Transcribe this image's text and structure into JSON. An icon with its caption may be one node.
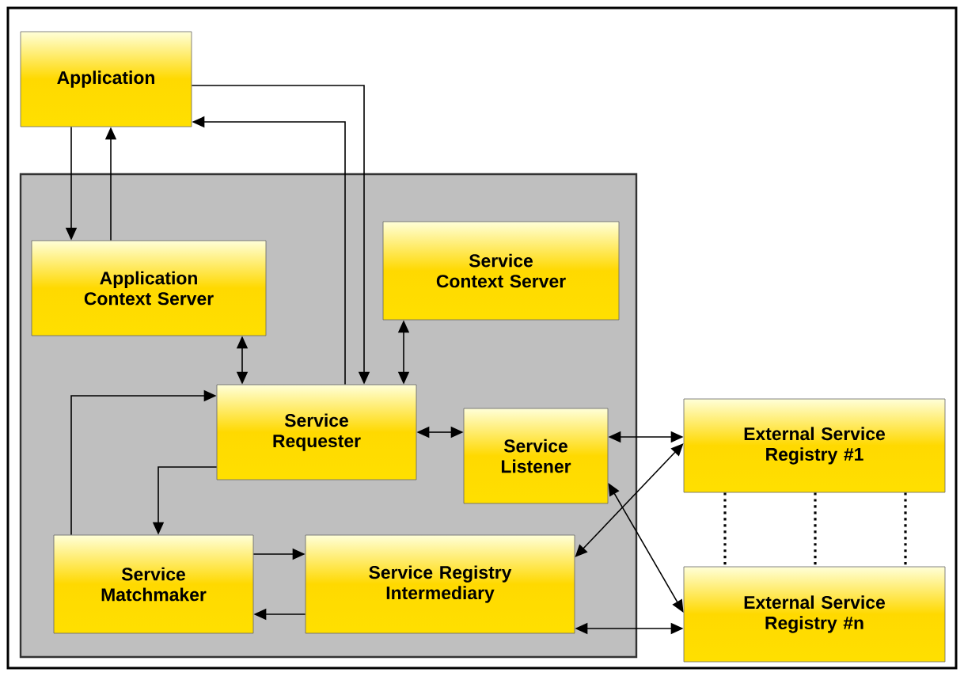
{
  "diagram": {
    "nodes": [
      {
        "text": [
          "Application"
        ]
      },
      {
        "text": [],
        "shape": "box"
      },
      {
        "text": [
          "Application Context Server"
        ],
        "in": 1
      },
      {
        "text": [
          "Service Context Server"
        ],
        "in": 1
      },
      {
        "text": [
          "Service Requester"
        ],
        "in": 1
      },
      {
        "text": [
          "Service Listener"
        ],
        "in": 1
      },
      {
        "text": [
          "External Service Registry #1"
        ]
      },
      {
        "text": [
          "Service Matchmaker"
        ],
        "in": 1
      },
      {
        "text": [
          "Service Registry Intermediary"
        ],
        "in": 1
      },
      {
        "text": [
          "External Service Registry #n"
        ]
      }
    ],
    "edges": [
      {
        "from": 0,
        "to": 2,
        "arrow": "to"
      },
      {
        "from": 2,
        "to": 0,
        "arrow": "to"
      },
      {
        "from": 0,
        "to": 4,
        "arrow": "to"
      },
      {
        "from": 4,
        "to": 0,
        "arrow": "to"
      },
      {
        "from": 2,
        "to": 4,
        "arrow": "both"
      },
      {
        "from": 3,
        "to": 4,
        "arrow": "both"
      },
      {
        "from": 4,
        "to": 5,
        "arrow": "both"
      },
      {
        "from": 4,
        "to": 7,
        "arrow": "to"
      },
      {
        "from": 7,
        "to": 4,
        "arrow": "to"
      },
      {
        "from": 7,
        "to": 8,
        "arrow": "to"
      },
      {
        "from": 8,
        "to": 7,
        "arrow": "to"
      },
      {
        "from": 6,
        "to": 5,
        "arrow": "both"
      },
      {
        "from": 9,
        "to": 5,
        "arrow": "both"
      },
      {
        "from": 6,
        "to": 8,
        "arrow": "both"
      },
      {
        "from": 8,
        "to": 9,
        "arrow": "both"
      },
      {
        "from": 6,
        "to": 9,
        "arrow": "none",
        "style": "dashed"
      },
      {
        "from": 6,
        "to": 9,
        "arrow": "none",
        "style": "dashed"
      },
      {
        "from": 6,
        "to": 9,
        "arrow": "none",
        "style": "dashed"
      }
    ]
  }
}
